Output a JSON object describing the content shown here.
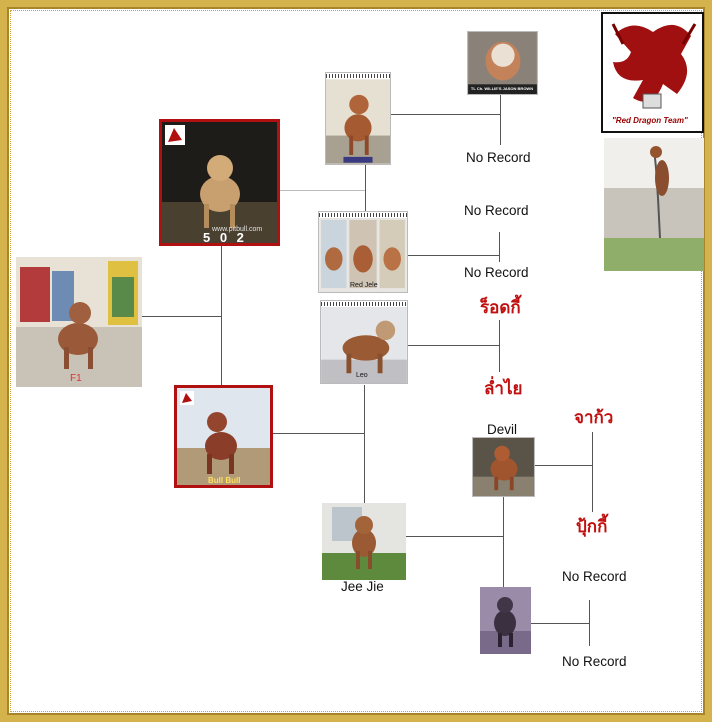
{
  "labels": {
    "no_record_1": "No Record",
    "no_record_2": "No Record",
    "no_record_3": "No Record",
    "no_record_4": "No Record",
    "no_record_5": "No Record",
    "devil": "Devil",
    "jee_jie": "Jee Jie",
    "f1": "F1",
    "sire_502": "5 0 2",
    "bull_bull": "Bull Bull",
    "red_jele": "Red Jele",
    "leo": "Leo",
    "jason_brown": "TL Ch. WILLIE'S JASON BROWN",
    "watermark": "www.pitbull.com"
  },
  "thai_names": {
    "rocky": "ร็อดกี้",
    "lamyai": "ล่ำไย",
    "jakao": "จาก้ว",
    "pukki": "ปุ้กกี้"
  },
  "logo": {
    "text": "\"Red Dragon Team\""
  },
  "colors": {
    "frame_gold": "#d4b24c",
    "thai_red": "#c01010",
    "photo_red_frame": "#b01010"
  }
}
